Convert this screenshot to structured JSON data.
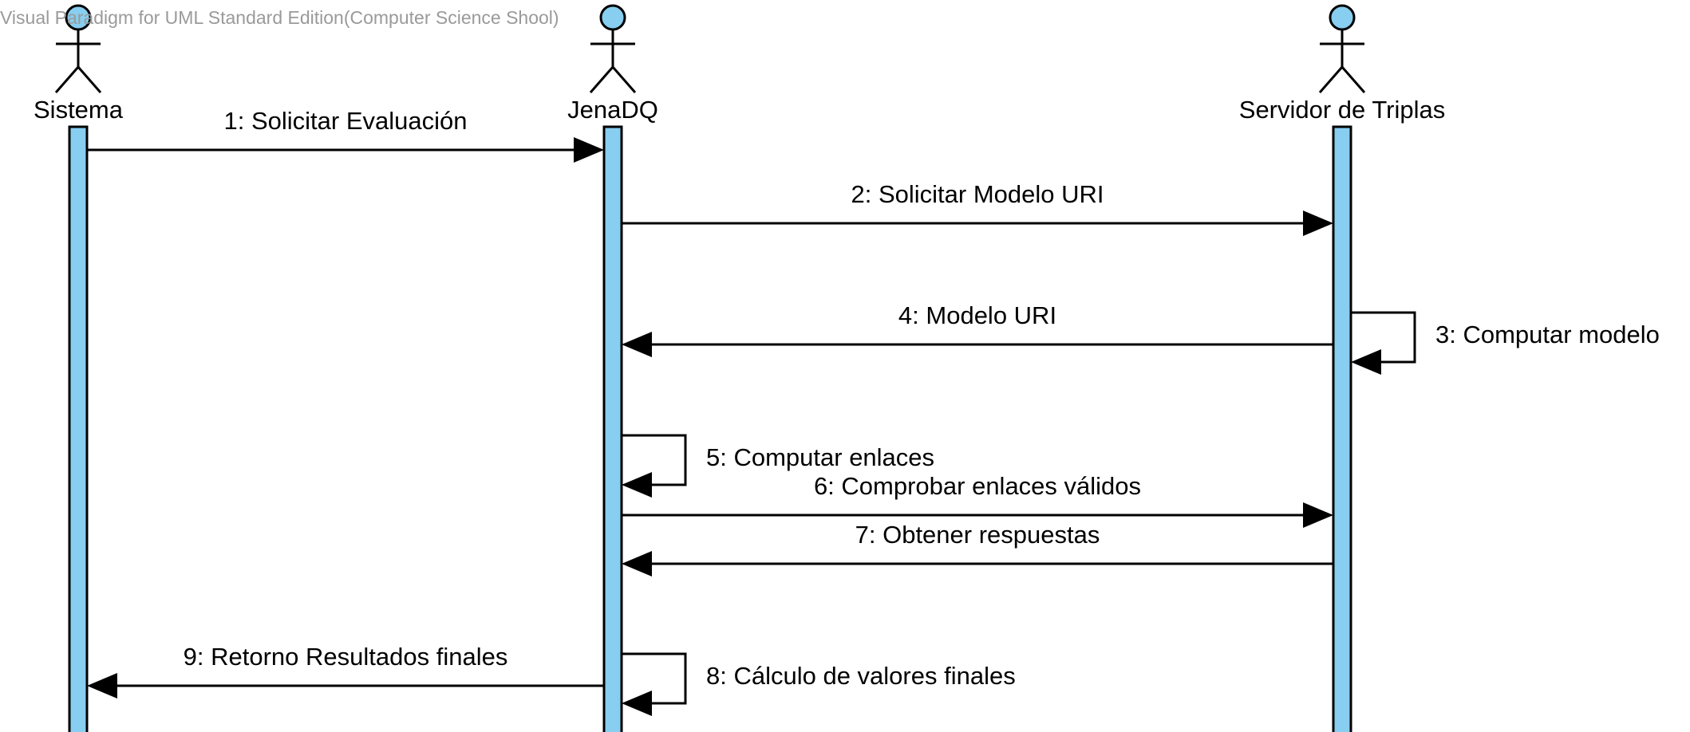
{
  "watermark": "Visual Paradigm for UML Standard Edition(Computer Science Shool)",
  "colors": {
    "lifeline_fill": "#87cef0",
    "stroke": "#000000",
    "watermark": "#9a9a9a",
    "background": "#ffffff"
  },
  "actors": [
    {
      "id": "sistema",
      "name": "Sistema"
    },
    {
      "id": "jenadq",
      "name": "JenaDQ"
    },
    {
      "id": "servidor",
      "name": "Servidor de Triplas"
    }
  ],
  "messages": [
    {
      "number": 1,
      "label": "1: Solicitar Evaluación",
      "from": "sistema",
      "to": "jenadq"
    },
    {
      "number": 2,
      "label": "2: Solicitar Modelo URI",
      "from": "jenadq",
      "to": "servidor"
    },
    {
      "number": 3,
      "label": "3: Computar modelo",
      "from": "servidor",
      "to": "servidor"
    },
    {
      "number": 4,
      "label": "4: Modelo URI",
      "from": "servidor",
      "to": "jenadq"
    },
    {
      "number": 5,
      "label": "5: Computar enlaces",
      "from": "jenadq",
      "to": "jenadq"
    },
    {
      "number": 6,
      "label": "6: Comprobar enlaces válidos",
      "from": "jenadq",
      "to": "servidor"
    },
    {
      "number": 7,
      "label": "7: Obtener respuestas",
      "from": "servidor",
      "to": "jenadq"
    },
    {
      "number": 8,
      "label": "8: Cálculo de valores finales",
      "from": "jenadq",
      "to": "jenadq"
    },
    {
      "number": 9,
      "label": "9: Retorno Resultados finales",
      "from": "jenadq",
      "to": "sistema"
    }
  ]
}
